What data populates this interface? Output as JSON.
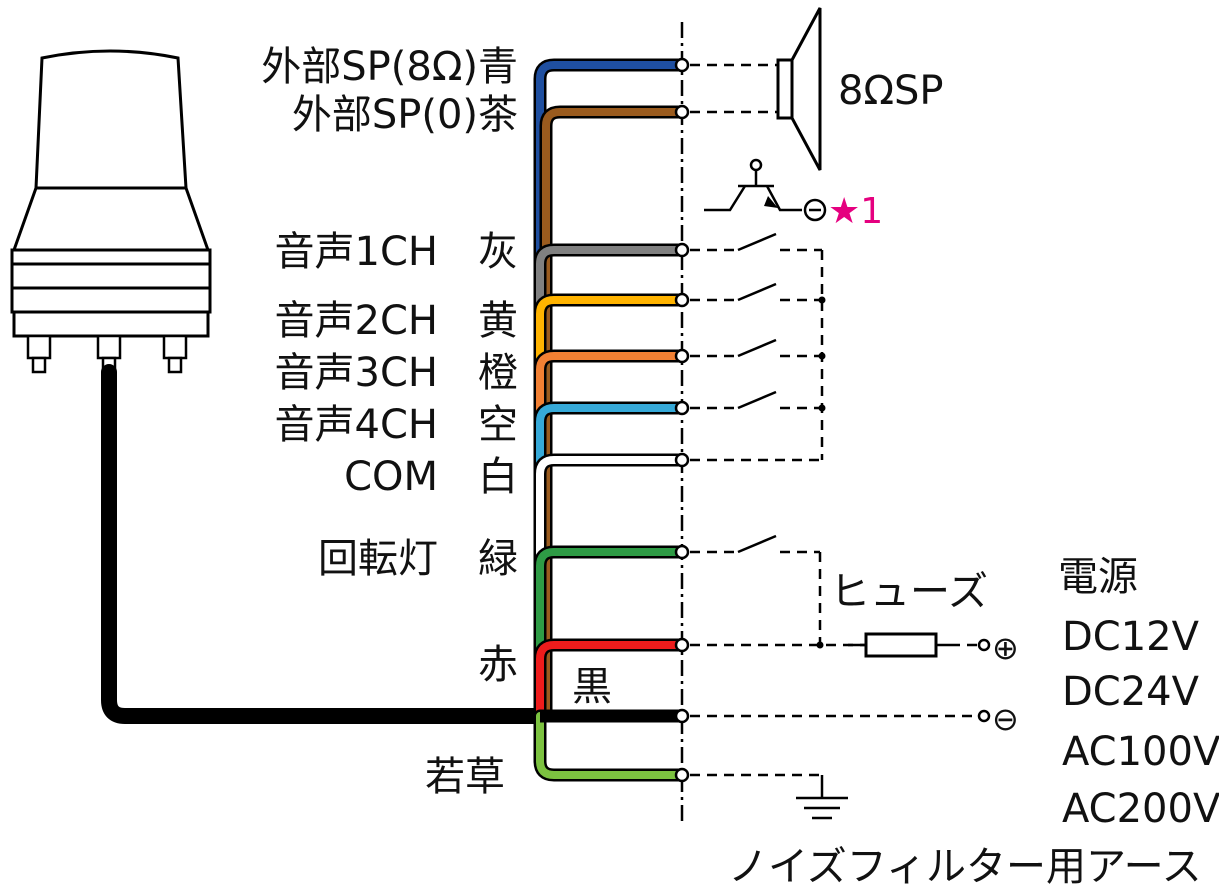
{
  "wires": [
    {
      "id": "ext-sp-8ohm",
      "label": "外部SP(8Ω)青",
      "color": "#1f4fa0"
    },
    {
      "id": "ext-sp-0",
      "label": "外部SP(0)茶",
      "color": "#9a5b1e"
    },
    {
      "id": "voice-1ch",
      "label": "音声1CH　灰",
      "color": "#808080"
    },
    {
      "id": "voice-2ch",
      "label": "音声2CH　黄",
      "color": "#ffb300"
    },
    {
      "id": "voice-3ch",
      "label": "音声3CH　橙",
      "color": "#f28033"
    },
    {
      "id": "voice-4ch",
      "label": "音声4CH　空",
      "color": "#36a9d8"
    },
    {
      "id": "com",
      "label": "COM　白",
      "color": "#ffffff"
    },
    {
      "id": "rotating-light",
      "label": "回転灯　緑",
      "color": "#2e9b45"
    },
    {
      "id": "red",
      "label": "赤",
      "color": "#ee1c1c"
    },
    {
      "id": "black",
      "label": "黒",
      "color": "#000000"
    },
    {
      "id": "yellow-green",
      "label": "若草",
      "color": "#7cc240"
    }
  ],
  "speaker": {
    "label": "8ΩSP"
  },
  "transistor": {
    "note": "★1"
  },
  "fuse": {
    "label": "ヒューズ"
  },
  "power": {
    "title": "電源",
    "options": [
      "DC12V",
      "DC24V",
      "AC100V",
      "AC200V"
    ],
    "plus_symbol": "⊕",
    "minus_symbol": "⊖"
  },
  "earth": {
    "label": "ノイズフィルター用アース"
  }
}
